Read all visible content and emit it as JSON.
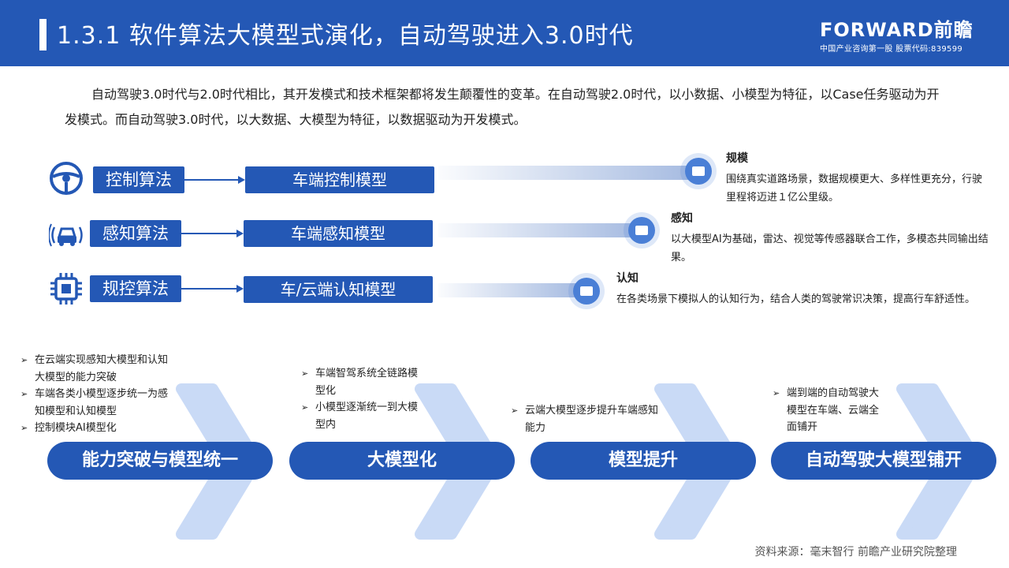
{
  "header": {
    "title": "1.3.1 软件算法大模型式演化，自动驾驶进入3.0时代",
    "logo_name": "FORWARD前瞻",
    "logo_sub": "中国产业咨询第一股 股票代码:839599"
  },
  "intro": "自动驾驶3.0时代与2.0时代相比，其开发模式和技术框架都将发生颠覆性的变革。在自动驾驶2.0时代，以小数据、小模型为特征，以Case任务驱动为开发模式。而自动驾驶3.0时代，以大数据、大模型为特征，以数据驱动为开发模式。",
  "rows": [
    {
      "icon": "steering-wheel-icon",
      "algorithm": "控制算法",
      "model": "车端控制模型",
      "desc_title": "规模",
      "desc_text": "围绕真实道路场景，数据规模更大、多样性更充分，行驶里程将迈进１亿公里级。"
    },
    {
      "icon": "car-sensor-icon",
      "algorithm": "感知算法",
      "model": "车端感知模型",
      "desc_title": "感知",
      "desc_text": "以大模型AI为基础，雷达、视觉等传感器联合工作，多模态共同输出结果。"
    },
    {
      "icon": "chip-icon",
      "algorithm": "规控算法",
      "model": "车/云端认知模型",
      "desc_title": "认知",
      "desc_text": "在各类场景下模拟人的认知行为，结合人类的驾驶常识决策，提高行车舒适性。"
    }
  ],
  "stages": [
    {
      "label": "能力突破与模型统一",
      "notes": [
        "在云端实现感知大模型和认知大模型的能力突破",
        "车端各类小模型逐步统一为感知模型和认知模型",
        "控制模块AI模型化"
      ]
    },
    {
      "label": "大模型化",
      "notes": [
        "车端智驾系统全链路模型化",
        "小模型逐渐统一到大模型内"
      ]
    },
    {
      "label": "模型提升",
      "notes": [
        "云端大模型逐步提升车端感知能力"
      ]
    },
    {
      "label": "自动驾驶大模型铺开",
      "notes": [
        "端到端的自动驾驶大模型在车端、云端全面铺开"
      ]
    }
  ],
  "source": "资料来源：毫末智行 前瞻产业研究院整理",
  "colors": {
    "primary": "#2458b5",
    "chevron": "#c9daf6",
    "bubble": "#4a7fd6"
  }
}
